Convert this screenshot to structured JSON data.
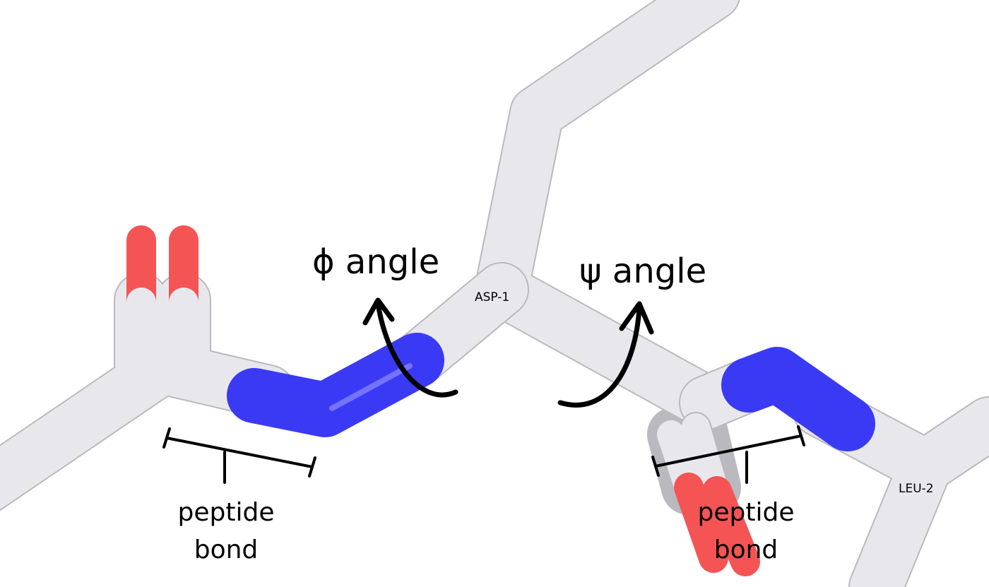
{
  "colors": {
    "carbon": "#e8e8ec",
    "carbon_outline": "#b9b9bf",
    "nitrogen": "#3a3af5",
    "oxygen": "#f55454",
    "ink": "#000000"
  },
  "labels": {
    "phi_angle": "ϕ angle",
    "psi_angle": "ψ angle",
    "residue_1": "ASP-1",
    "residue_2": "LEU-2",
    "left_peptide_line1": "peptide",
    "left_peptide_line2": "bond",
    "right_peptide_line1": "peptide",
    "right_peptide_line2": "bond"
  },
  "icons": {
    "phi_rotation": "curved-rotation-arrow-icon",
    "psi_rotation": "curved-rotation-arrow-icon",
    "peptide_bracket": "bracket-icon"
  }
}
